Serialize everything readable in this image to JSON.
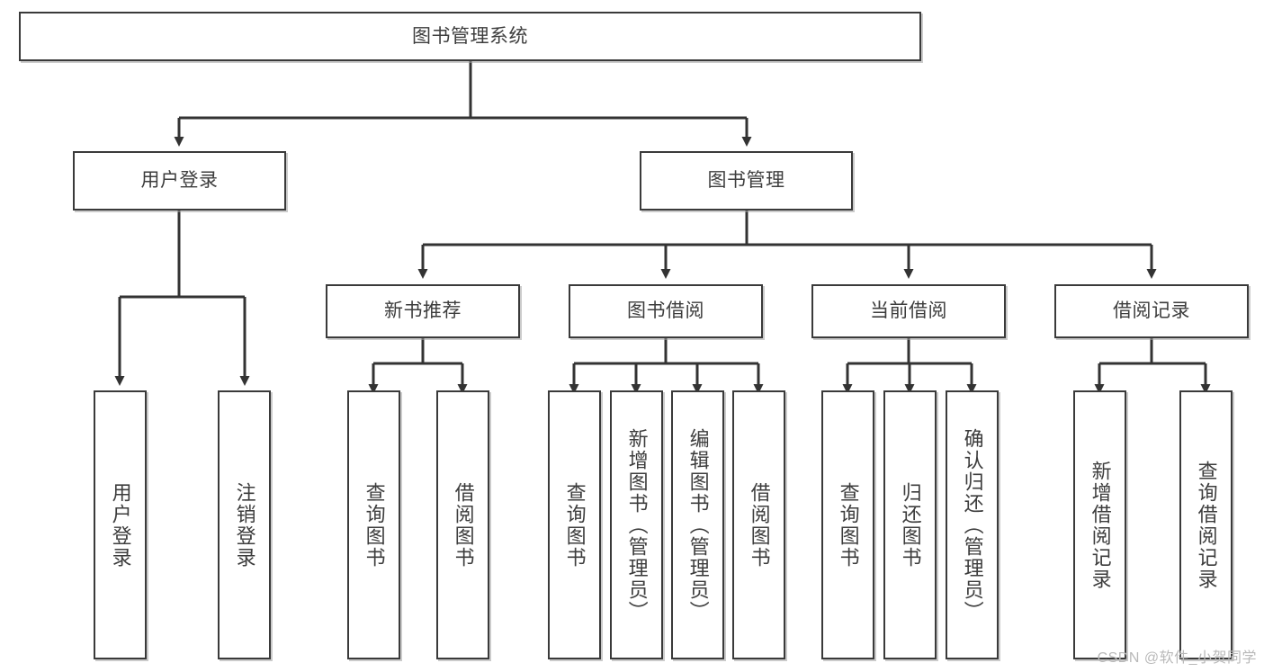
{
  "diagram": {
    "type": "tree-hierarchy",
    "title": "图书管理系统",
    "root": {
      "label": "图书管理系统"
    },
    "level1": [
      {
        "label": "用户登录"
      },
      {
        "label": "图书管理"
      }
    ],
    "level2": [
      {
        "label": "新书推荐"
      },
      {
        "label": "图书借阅"
      },
      {
        "label": "当前借阅"
      },
      {
        "label": "借阅记录"
      }
    ],
    "leaves": {
      "user_login": [
        {
          "label": "用户登录"
        },
        {
          "label": "注销登录"
        }
      ],
      "new_book_recommend": [
        {
          "label": "查询图书"
        },
        {
          "label": "借阅图书"
        }
      ],
      "book_borrow": [
        {
          "label": "查询图书"
        },
        {
          "label": "新增图书（管理员）"
        },
        {
          "label": "编辑图书（管理员）"
        },
        {
          "label": "借阅图书"
        }
      ],
      "current_borrow": [
        {
          "label": "查询图书"
        },
        {
          "label": "归还图书"
        },
        {
          "label": "确认归还（管理员）"
        }
      ],
      "borrow_records": [
        {
          "label": "新增借阅记录"
        },
        {
          "label": "查询借阅记录"
        }
      ]
    }
  },
  "watermark": {
    "text": "CSDN @软件_小贺同学"
  },
  "colors": {
    "stroke": "#3a3a3a",
    "fill": "#ffffff",
    "text": "#3d3d3d",
    "watermark": "#b9b9b9"
  }
}
